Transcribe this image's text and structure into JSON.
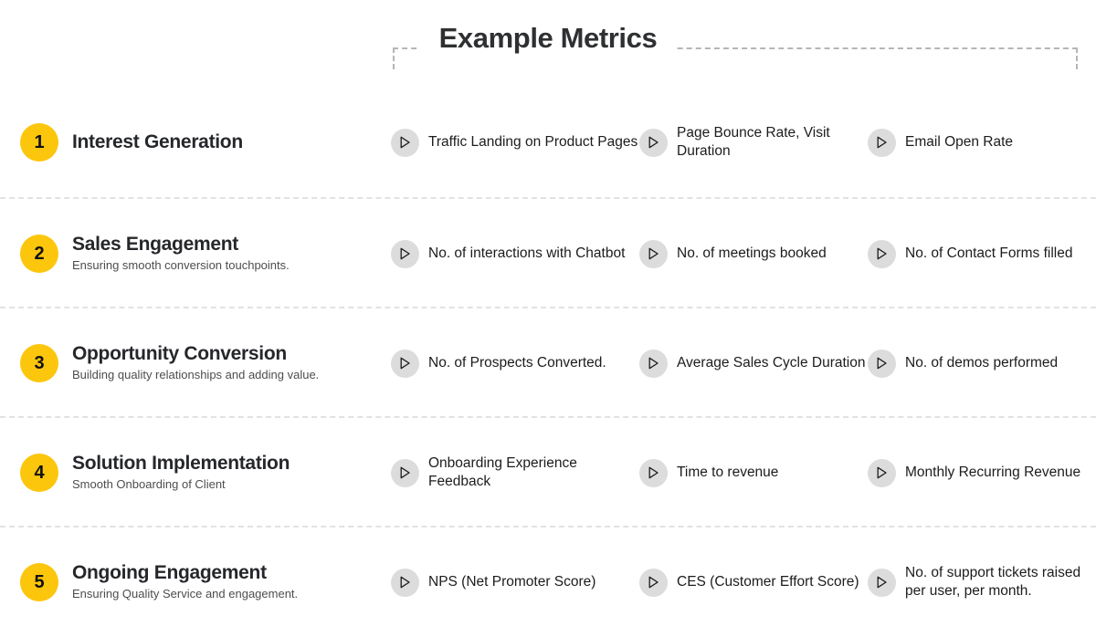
{
  "header": {
    "title": "Example Metrics"
  },
  "icons": {
    "bullet": "play-triangle-icon"
  },
  "colors": {
    "badge": "#fcc60d",
    "badge_text": "#111111",
    "title": "#26272b",
    "bullet_circle": "#dcdcdc",
    "separator": "#e2e2e2",
    "bracket": "#b6b6b6",
    "background": "#ffffff"
  },
  "rows": [
    {
      "number": "1",
      "title": "Interest Generation",
      "subtitle": "",
      "metrics": [
        "Traffic Landing on Product Pages",
        "Page Bounce Rate, Visit Duration",
        "Email Open Rate"
      ]
    },
    {
      "number": "2",
      "title": "Sales Engagement",
      "subtitle": "Ensuring smooth conversion touchpoints.",
      "metrics": [
        "No. of interactions with Chatbot",
        "No. of meetings booked",
        "No. of Contact Forms filled"
      ]
    },
    {
      "number": "3",
      "title": "Opportunity Conversion",
      "subtitle": "Building quality relationships and adding value.",
      "metrics": [
        "No. of Prospects Converted.",
        "Average Sales Cycle Duration",
        "No. of demos performed"
      ]
    },
    {
      "number": "4",
      "title": "Solution Implementation",
      "subtitle": "Smooth Onboarding of Client",
      "metrics": [
        "Onboarding Experience Feedback",
        "Time to revenue",
        "Monthly Recurring Revenue"
      ]
    },
    {
      "number": "5",
      "title": "Ongoing Engagement",
      "subtitle": "Ensuring Quality Service and engagement.",
      "metrics": [
        "NPS (Net Promoter Score)",
        "CES (Customer Effort Score)",
        "No. of support tickets raised per user, per month."
      ]
    }
  ]
}
